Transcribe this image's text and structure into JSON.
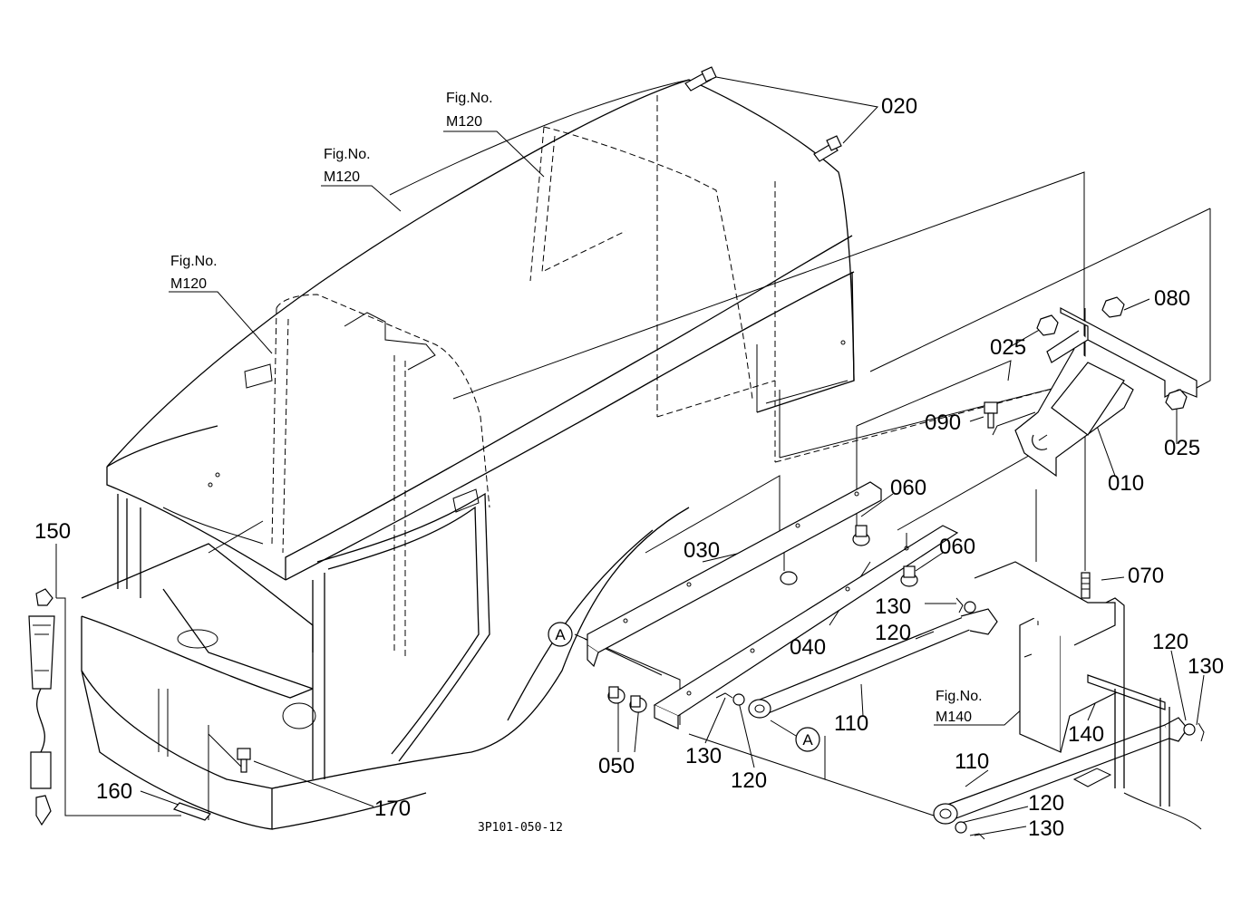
{
  "figure_code": "3P101-050-12",
  "fig_refs": [
    {
      "id": "fig-ref-m120-top",
      "caption": "Fig.No.",
      "number": "M120"
    },
    {
      "id": "fig-ref-m120-mid",
      "caption": "Fig.No.",
      "number": "M120"
    },
    {
      "id": "fig-ref-m120-left",
      "caption": "Fig.No.",
      "number": "M120"
    },
    {
      "id": "fig-ref-m140",
      "caption": "Fig.No.",
      "number": "M140"
    }
  ],
  "callout_markers": [
    "A",
    "A"
  ],
  "part_labels": [
    "020",
    "080",
    "025",
    "025",
    "090",
    "010",
    "060",
    "060",
    "030",
    "070",
    "130",
    "120",
    "040",
    "120",
    "130",
    "110",
    "140",
    "050",
    "130",
    "120",
    "110",
    "120",
    "130",
    "150",
    "160",
    "170"
  ]
}
